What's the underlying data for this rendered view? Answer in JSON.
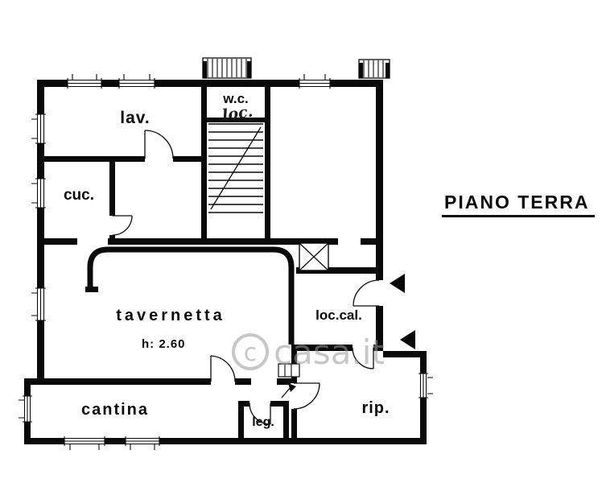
{
  "plan": {
    "title": "PIANO TERRA",
    "rooms": {
      "lav": "lav.",
      "wc": "w.c.",
      "wc_annotation": "loc.",
      "cuc": "cuc.",
      "tavernetta": "tavernetta",
      "tavernetta_height": "h: 2.60",
      "loc_cal": "loc.cal.",
      "cantina": "cantina",
      "leg": "leg.",
      "rip": "rip."
    }
  },
  "watermark": {
    "symbol": "c",
    "text": "casa.it"
  },
  "colors": {
    "ink": "#0a0a0a",
    "paper": "#ffffff",
    "watermark": "#9a9a9a"
  }
}
